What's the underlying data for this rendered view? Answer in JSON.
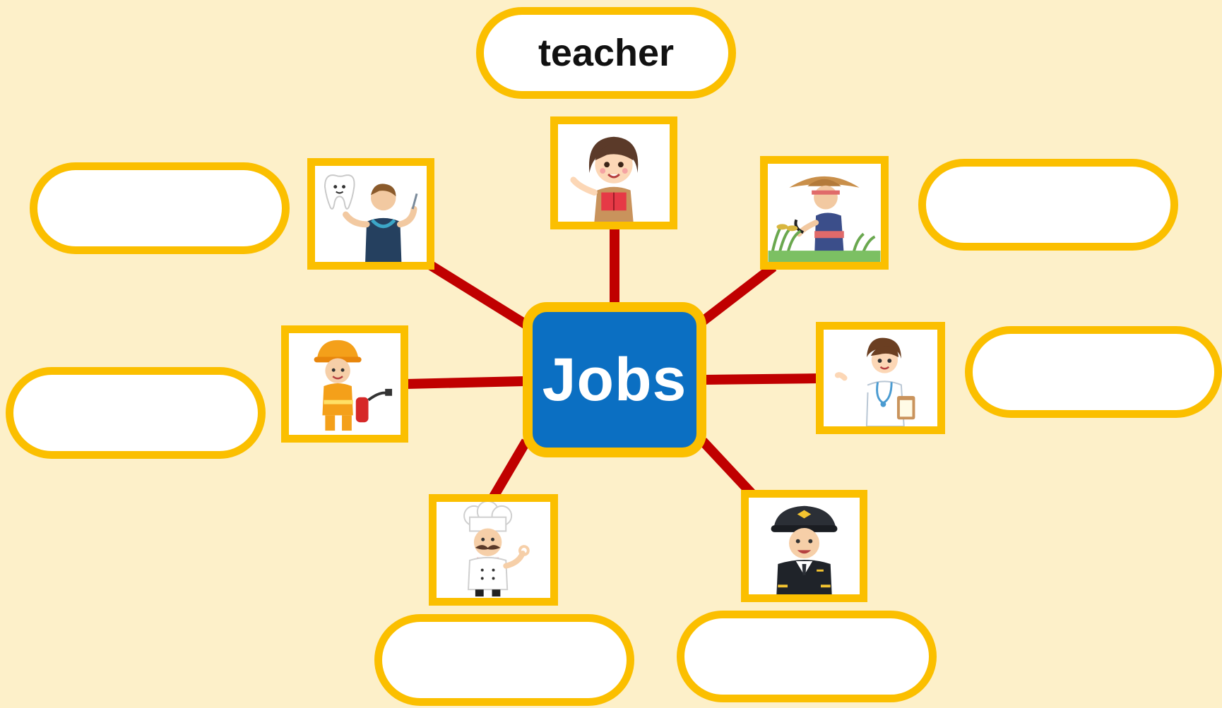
{
  "diagram": {
    "center_label": "Jobs",
    "colors": {
      "background": "#fdf0c9",
      "hub": "#0b6fc2",
      "frame": "#fbbf00",
      "connector": "#c00000"
    },
    "spokes": [
      {
        "id": "teacher",
        "picture": "teacher-icon",
        "answer": "teacher",
        "editable": false
      },
      {
        "id": "dentist",
        "picture": "dentist-icon",
        "answer": "",
        "editable": true
      },
      {
        "id": "farmer",
        "picture": "farmer-icon",
        "answer": "",
        "editable": true
      },
      {
        "id": "firefighter",
        "picture": "firefighter-icon",
        "answer": "",
        "editable": true
      },
      {
        "id": "doctor",
        "picture": "doctor-icon",
        "answer": "",
        "editable": true
      },
      {
        "id": "chef",
        "picture": "chef-icon",
        "answer": "",
        "editable": true
      },
      {
        "id": "pilot",
        "picture": "pilot-icon",
        "answer": "",
        "editable": true
      }
    ]
  }
}
